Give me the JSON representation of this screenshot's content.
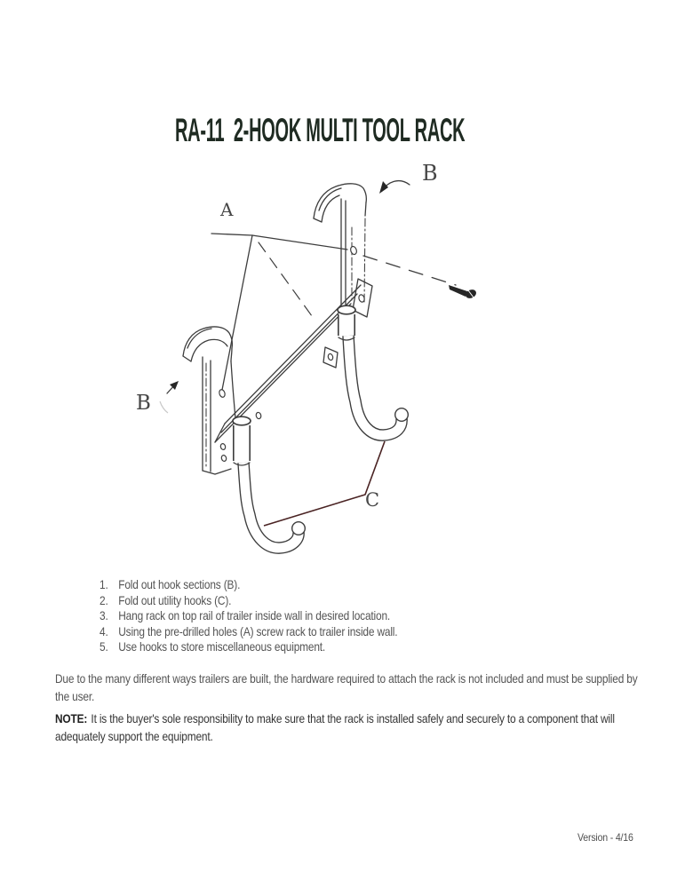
{
  "page": {
    "title": "RA-11  2-HOOK MULTI TOOL RACK"
  },
  "diagram": {
    "labels": {
      "a": "A",
      "b_top": "B",
      "b_left": "B",
      "c": "C"
    }
  },
  "instructions": {
    "items": [
      {
        "num": "1.",
        "text": "Fold out hook sections (B)."
      },
      {
        "num": "2.",
        "text": "Fold out utility hooks (C)."
      },
      {
        "num": "3.",
        "text": "Hang rack on top rail of trailer inside wall in desired location."
      },
      {
        "num": "4.",
        "text": "Using the pre-drilled holes (A) screw rack to trailer inside wall."
      },
      {
        "num": "5.",
        "text": "Use hooks to store miscellaneous equipment."
      }
    ]
  },
  "notes": {
    "hardware": "Due to the many different ways trailers are built, the hardware required to attach the rack is not included and must be supplied by the user.",
    "note_label": "NOTE:",
    "note_text": "It is the buyer's sole responsibility to make sure that the rack is installed safely and securely to a component that will adequately support the equipment."
  },
  "footer": {
    "version": "Version - 4/16"
  },
  "colors": {
    "title_color": "#1f2b22",
    "body_text": "#545454",
    "note_text": "#353535",
    "drawing_line": "#3d3d3d",
    "leader_line": "#4a2323",
    "label_color": "#474747"
  }
}
